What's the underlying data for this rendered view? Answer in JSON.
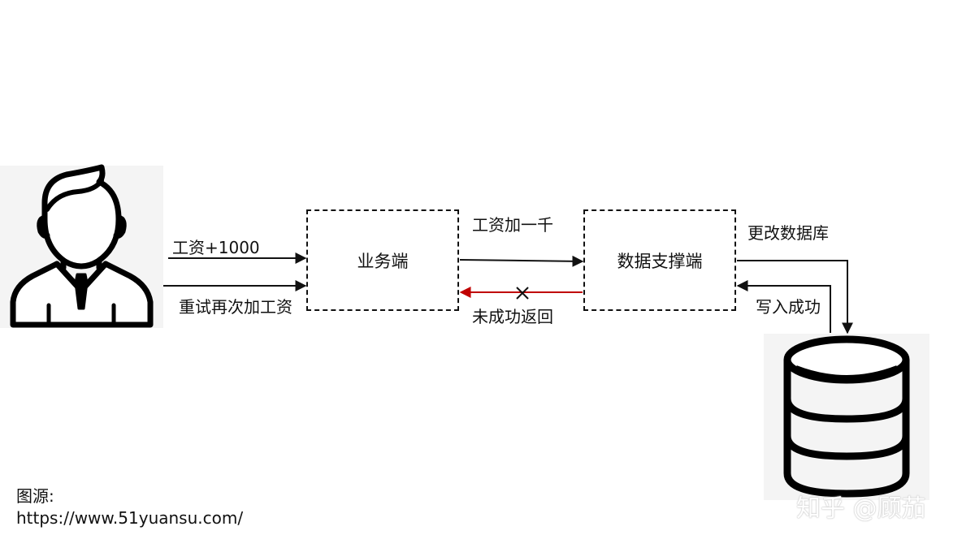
{
  "nodes": {
    "user": {
      "icon": "person-icon"
    },
    "business": {
      "label": "业务端"
    },
    "data_support": {
      "label": "数据支撑端"
    },
    "database": {
      "icon": "database-icon"
    }
  },
  "edges": {
    "salary_request": "工资+1000",
    "retry": "重试再次加工资",
    "salary_add": "工资加一千",
    "failed_return": "未成功返回",
    "update_db": "更改数据库",
    "write_success": "写入成功"
  },
  "colors": {
    "failed_arrow": "#c00000",
    "line": "#111111"
  },
  "source": {
    "label": "图源:",
    "url": "https://www.51yuansu.com/"
  },
  "watermark": "知乎 @顾茄"
}
